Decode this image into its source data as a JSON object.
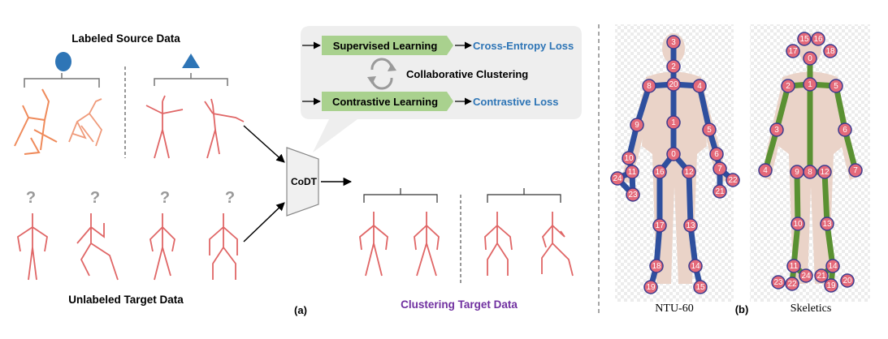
{
  "panel_a": {
    "labeled_source_title": "Labeled Source Data",
    "unlabeled_target_title": "Unlabeled Target Data",
    "clustering_target_title": "Clustering Target Data",
    "model_label": "CoDT",
    "caption": "(a)",
    "question_mark": "?",
    "callout": {
      "supervised": "Supervised Learning",
      "cross_entropy": "Cross-Entropy Loss",
      "collaborative": "Collaborative Clustering",
      "contrastive": "Contrastive Learning",
      "contrastive_loss": "Contrastive Loss"
    }
  },
  "panel_b": {
    "caption": "(b)",
    "ntu_label": "NTU-60",
    "sk_label": "Skeletics"
  },
  "colors": {
    "green_box": "#a9d18e",
    "loss_blue": "#2e75b6",
    "purple": "#7030a0",
    "skeleton_red": "#e06666",
    "ntu_bone": "#2e4f9e",
    "sk_bone": "#5a9132",
    "joint_fill": "#e46a7a",
    "body_skin": "#ead3c8"
  }
}
